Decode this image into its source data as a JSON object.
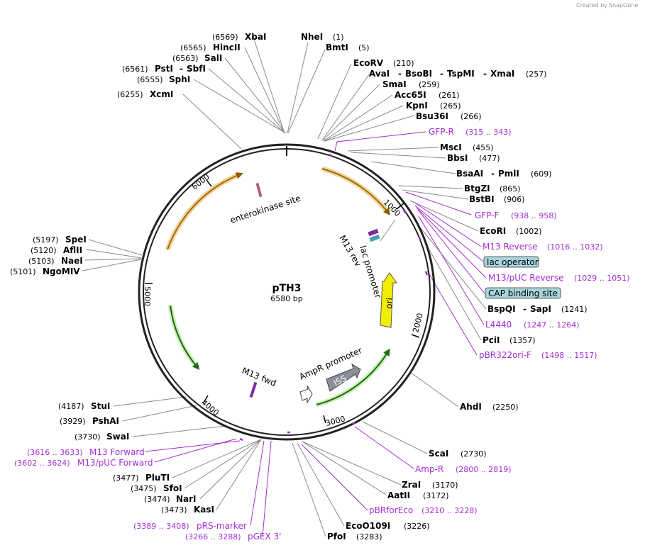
{
  "credit": "Created by",
  "credit_brand": "SnapGene",
  "plasmid": {
    "name": "pTH3",
    "size_label": "6580 bp"
  },
  "ticks": {
    "t1000": "1000",
    "t2000": "2000",
    "t3000": "3000",
    "t4000": "4000",
    "t5000": "5000",
    "t6000": "6000"
  },
  "features": {
    "enterokinase": "enterokinase site",
    "m13rev": "M13 rev",
    "lac_promoter": "lac promoter",
    "ori": "ori",
    "ampr_promoter": "AmpR promoter",
    "iss": "ISS",
    "m13fwd": "M13 fwd"
  },
  "sites": {
    "xbai": {
      "name": "XbaI",
      "pos": "(6569)"
    },
    "hincii": {
      "name": "HincII",
      "pos": "(6565)"
    },
    "sali": {
      "name": "SalI",
      "pos": "(6563)"
    },
    "psti": {
      "name": "PstI",
      "sep": "-",
      "name2": "SbfI",
      "pos": "(6561)"
    },
    "sphi": {
      "name": "SphI",
      "pos": "(6555)"
    },
    "xcmi": {
      "name": "XcmI",
      "pos": "(6255)"
    },
    "nhei": {
      "name": "NheI",
      "pos": "(1)"
    },
    "bmti": {
      "name": "BmtI",
      "pos": "(5)"
    },
    "ecorv": {
      "name": "EcoRV",
      "pos": "(210)"
    },
    "avai": {
      "name": "AvaI",
      "s1": "-",
      "n2": "BsoBI",
      "s2": "-",
      "n3": "TspMI",
      "s3": "-",
      "n4": "XmaI",
      "pos": "(257)"
    },
    "smai": {
      "name": "SmaI",
      "pos": "(259)"
    },
    "acc65i": {
      "name": "Acc65I",
      "pos": "(261)"
    },
    "kpni": {
      "name": "KpnI",
      "pos": "(265)"
    },
    "bsu36i": {
      "name": "Bsu36I",
      "pos": "(266)"
    },
    "msci": {
      "name": "MscI",
      "pos": "(455)"
    },
    "bbsi": {
      "name": "BbsI",
      "pos": "(477)"
    },
    "bsaai": {
      "name": "BsaAI",
      "sep": "-",
      "name2": "PmlI",
      "pos": "(609)"
    },
    "btgzi": {
      "name": "BtgZI",
      "pos": "(865)"
    },
    "bstbi": {
      "name": "BstBI",
      "pos": "(906)"
    },
    "ecori": {
      "name": "EcoRI",
      "pos": "(1002)"
    },
    "bspqi": {
      "name": "BspQI",
      "sep": "-",
      "name2": "SapI",
      "pos": "(1241)"
    },
    "pcii": {
      "name": "PciI",
      "pos": "(1357)"
    },
    "ahdi": {
      "name": "AhdI",
      "pos": "(2250)"
    },
    "scai": {
      "name": "ScaI",
      "pos": "(2730)"
    },
    "zrai": {
      "name": "ZraI",
      "pos": "(3170)"
    },
    "aatii": {
      "name": "AatII",
      "pos": "(3172)"
    },
    "eco0109i": {
      "name": "EcoO109I",
      "pos": "(3226)"
    },
    "pfoi": {
      "name": "PfoI",
      "pos": "(3283)"
    },
    "spei": {
      "name": "SpeI",
      "pos": "(5197)"
    },
    "aflii": {
      "name": "AflII",
      "pos": "(5120)"
    },
    "naei": {
      "name": "NaeI",
      "pos": "(5103)"
    },
    "ngomiv": {
      "name": "NgoMIV",
      "pos": "(5101)"
    },
    "stui": {
      "name": "StuI",
      "pos": "(4187)"
    },
    "pshai": {
      "name": "PshAI",
      "pos": "(3929)"
    },
    "swai": {
      "name": "SwaI",
      "pos": "(3730)"
    },
    "plutI": {
      "name": "PluTI",
      "pos": "(3477)"
    },
    "sfoi": {
      "name": "SfoI",
      "pos": "(3475)"
    },
    "nari": {
      "name": "NarI",
      "pos": "(3474)"
    },
    "kasi": {
      "name": "KasI",
      "pos": "(3473)"
    }
  },
  "primers": {
    "gfpr": {
      "name": "GFP-R",
      "range": "(315 .. 343)"
    },
    "gfpf": {
      "name": "GFP-F",
      "range": "(938 .. 958)"
    },
    "m13reverse": {
      "name": "M13 Reverse",
      "range": "(1016 .. 1032)"
    },
    "m13pucrev": {
      "name": "M13/pUC Reverse",
      "range": "(1029 .. 1051)"
    },
    "l4440": {
      "name": "L4440",
      "range": "(1247 .. 1264)"
    },
    "pbr322orif": {
      "name": "pBR322ori-F",
      "range": "(1498 .. 1517)"
    },
    "ampr": {
      "name": "Amp-R",
      "range": "(2800 .. 2819)"
    },
    "pbrforeco": {
      "name": "pBRforEco",
      "range": "(3210 .. 3228)"
    },
    "pgex3": {
      "name": "pGEX 3'",
      "range": "(3266 .. 3288)"
    },
    "prsmarker": {
      "name": "pRS-marker",
      "range": "(3389 .. 3408)"
    },
    "m13forward": {
      "name": "M13 Forward",
      "range": "(3616 .. 3633)"
    },
    "m13pucfwd": {
      "name": "M13/pUC Forward",
      "range": "(3602 .. 3624)"
    }
  },
  "boxed": {
    "lac_operator": "lac operator",
    "cap_site": "CAP binding site"
  },
  "colors": {
    "primer": "#a52ed6",
    "leader": "#8a8a8a",
    "orange_arc": "#f0a030",
    "green_arc": "#2e8b1e",
    "ori": "#f2ee00",
    "box_fill": "#a8d4dc"
  }
}
